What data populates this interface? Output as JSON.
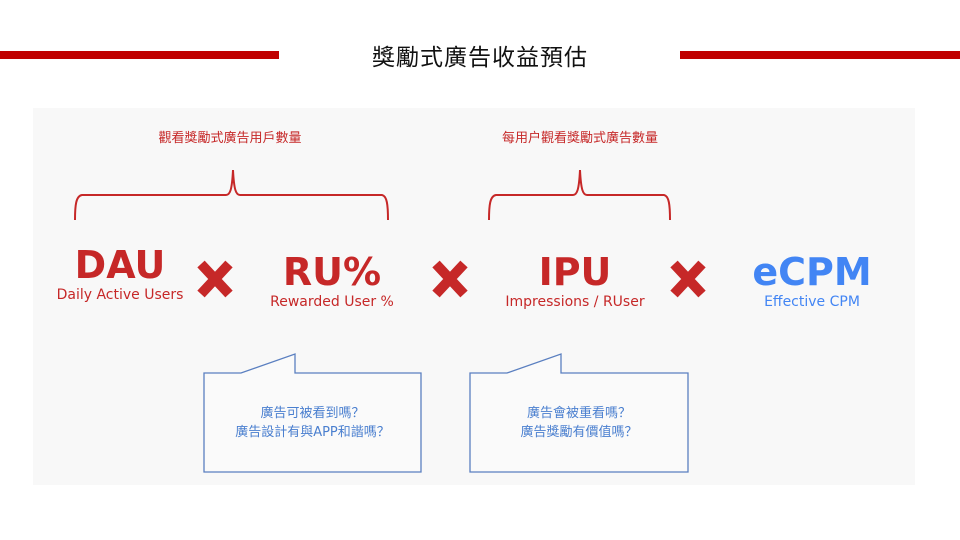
{
  "title": "獎勵式廣告收益預估",
  "colors": {
    "accent_red": "#c00000",
    "metric_red": "#c62828",
    "metric_blue": "#4285f4",
    "callout_border": "#5a7fc0",
    "callout_text": "#4a7fcf",
    "panel_bg": "#f8f8f8"
  },
  "groups": [
    {
      "label": "觀看獎勵式廣告用戶數量"
    },
    {
      "label": "每用户觀看獎勵式廣告數量"
    }
  ],
  "metrics": [
    {
      "abbr": "DAU",
      "full": "Daily Active Users",
      "color": "red"
    },
    {
      "abbr": "RU%",
      "full": "Rewarded User %",
      "color": "red"
    },
    {
      "abbr": "IPU",
      "full": "Impressions / RUser",
      "color": "red"
    },
    {
      "abbr": "eCPM",
      "full": "Effective CPM",
      "color": "blue"
    }
  ],
  "operator_icon": "multiply-x-icon",
  "callouts": [
    {
      "lines": [
        "廣告可被看到嗎？",
        "廣告設計有與APP和諧嗎？"
      ]
    },
    {
      "lines": [
        "廣告會被重看嗎？",
        "廣告獎勵有價值嗎？"
      ]
    }
  ]
}
